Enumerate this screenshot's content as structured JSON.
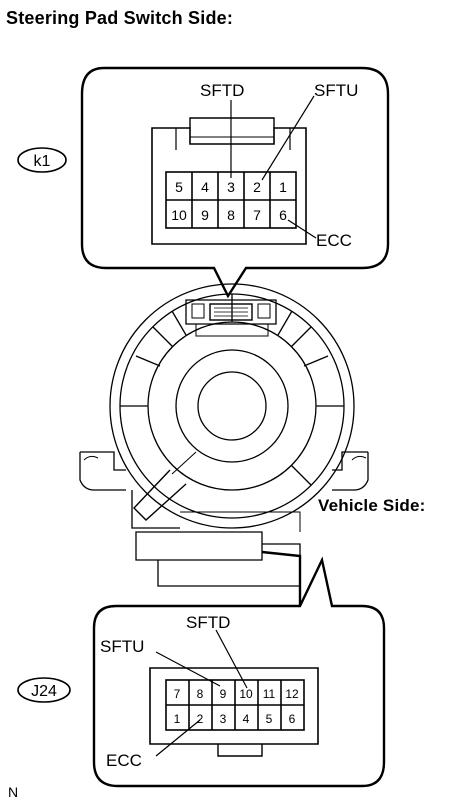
{
  "title": "Steering Pad Switch Side:",
  "vehicle_side_label": "Vehicle Side:",
  "footer_note": "N",
  "connector_k1": {
    "tag": "k1",
    "pins_top": [
      "5",
      "4",
      "3",
      "2",
      "1"
    ],
    "pins_bottom": [
      "10",
      "9",
      "8",
      "7",
      "6"
    ],
    "labels": {
      "sftd": "SFTD",
      "sftu": "SFTU",
      "ecc": "ECC"
    }
  },
  "connector_j24": {
    "tag": "J24",
    "pins_top": [
      "7",
      "8",
      "9",
      "10",
      "11",
      "12"
    ],
    "pins_bottom": [
      "1",
      "2",
      "3",
      "4",
      "5",
      "6"
    ],
    "labels": {
      "sftd": "SFTD",
      "sftu": "SFTU",
      "ecc": "ECC"
    }
  }
}
